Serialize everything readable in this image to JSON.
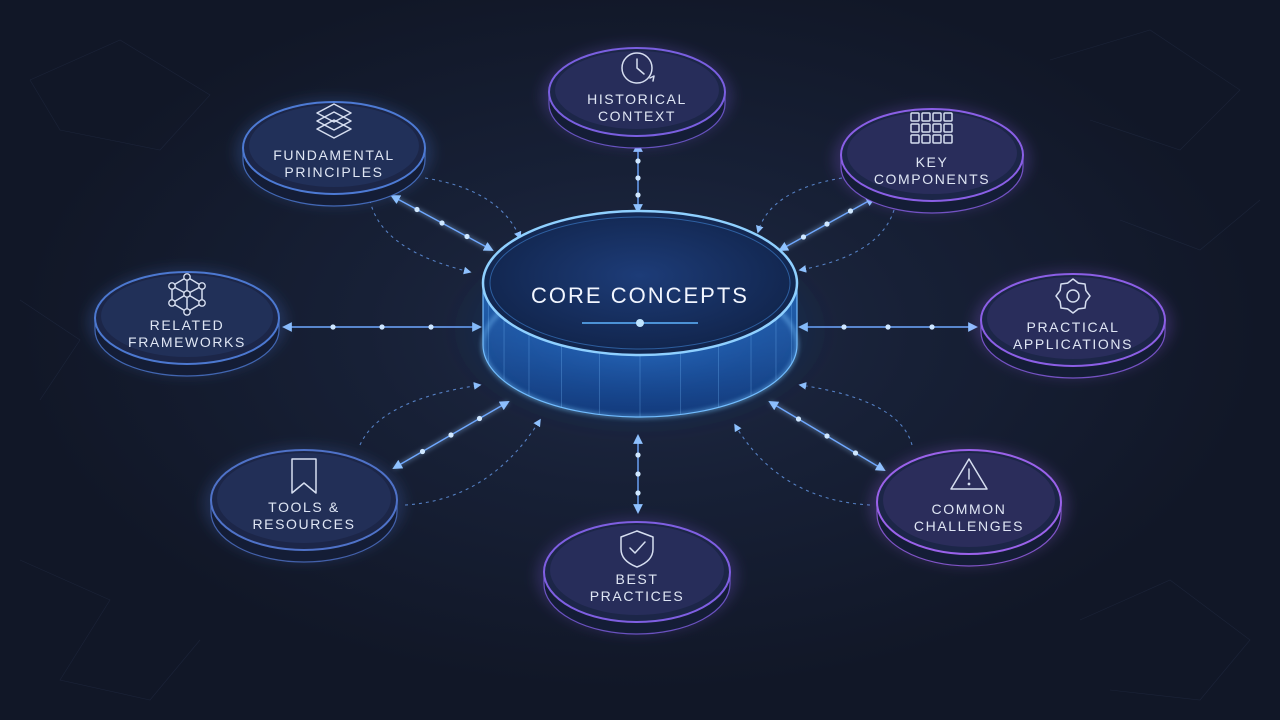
{
  "diagram": {
    "center": {
      "title": "CORE CONCEPTS",
      "accent": "#4aa8ff"
    },
    "nodes": [
      {
        "id": "historical-context",
        "lines": [
          "HISTORICAL",
          "CONTEXT"
        ],
        "icon": "clock-icon",
        "tint": "#7a5fe0"
      },
      {
        "id": "key-components",
        "lines": [
          "KEY",
          "COMPONENTS"
        ],
        "icon": "grid-icon",
        "tint": "#8a5fe6"
      },
      {
        "id": "practical-applications",
        "lines": [
          "PRACTICAL",
          "APPLICATIONS"
        ],
        "icon": "gear-icon",
        "tint": "#8c5fe6"
      },
      {
        "id": "common-challenges",
        "lines": [
          "COMMON",
          "CHALLENGES"
        ],
        "icon": "warning-icon",
        "tint": "#9a62ea"
      },
      {
        "id": "best-practices",
        "lines": [
          "BEST",
          "PRACTICES"
        ],
        "icon": "shield-check-icon",
        "tint": "#7f5fe2"
      },
      {
        "id": "tools-resources",
        "lines": [
          "TOOLS &",
          "RESOURCES"
        ],
        "icon": "bookmark-icon",
        "tint": "#4f72c8"
      },
      {
        "id": "related-frameworks",
        "lines": [
          "RELATED",
          "FRAMEWORKS"
        ],
        "icon": "network-icon",
        "tint": "#4c78d0"
      },
      {
        "id": "fundamental-principles",
        "lines": [
          "FUNDAMENTAL",
          "PRINCIPLES"
        ],
        "icon": "layers-icon",
        "tint": "#4d7ad4"
      }
    ]
  },
  "colors": {
    "background": "#141b2c",
    "link": "#6fa8ff",
    "link_glow": "#9cc8ff",
    "node_stroke_blue": "#5a86e0",
    "node_stroke_purple": "#9a72f0"
  }
}
